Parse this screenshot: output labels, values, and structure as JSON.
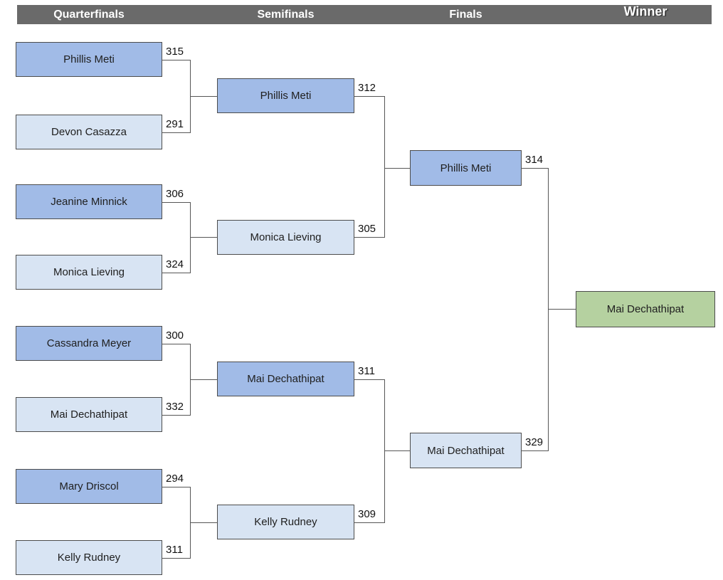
{
  "header": {
    "columns": [
      {
        "label": "Quarterfinals"
      },
      {
        "label": "Semifinals"
      },
      {
        "label": "Finals"
      },
      {
        "label": "Winner"
      }
    ]
  },
  "colors": {
    "header_bg": "#6a6a6a",
    "header_text": "#ffffff",
    "box_blue_dark": "#a1bbe7",
    "box_blue_light": "#d8e4f3",
    "box_green": "#b5d1a0",
    "border": "#4c4c4c",
    "line": "#565656",
    "text": "#202020"
  },
  "bracket": {
    "quarterfinals": [
      {
        "name": "Phillis Meti",
        "score": "315"
      },
      {
        "name": "Devon Casazza",
        "score": "291"
      },
      {
        "name": "Jeanine Minnick",
        "score": "306"
      },
      {
        "name": "Monica Lieving",
        "score": "324"
      },
      {
        "name": "Cassandra Meyer",
        "score": "300"
      },
      {
        "name": "Mai Dechathipat",
        "score": "332"
      },
      {
        "name": "Mary Driscol",
        "score": "294"
      },
      {
        "name": "Kelly Rudney",
        "score": "311"
      }
    ],
    "semifinals": [
      {
        "name": "Phillis Meti",
        "score": "312"
      },
      {
        "name": "Monica Lieving",
        "score": "305"
      },
      {
        "name": "Mai Dechathipat",
        "score": "311"
      },
      {
        "name": "Kelly Rudney",
        "score": "309"
      }
    ],
    "finals": [
      {
        "name": "Phillis Meti",
        "score": "314"
      },
      {
        "name": "Mai Dechathipat",
        "score": "329"
      }
    ],
    "winner": {
      "name": "Mai Dechathipat"
    }
  }
}
